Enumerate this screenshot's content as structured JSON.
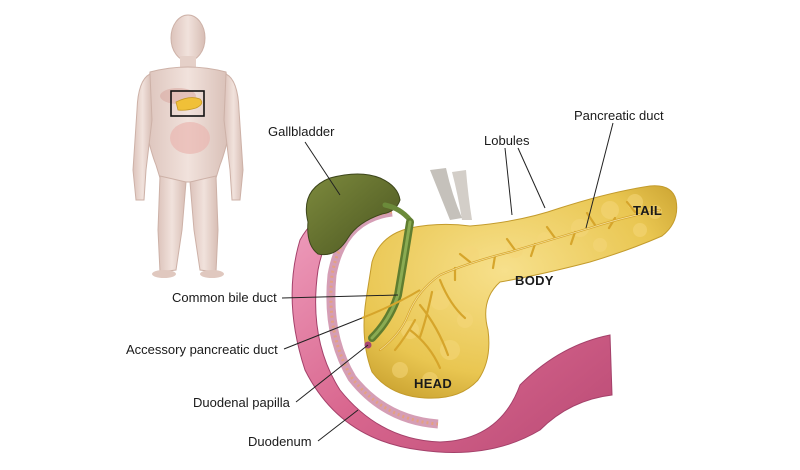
{
  "labels": {
    "gallbladder": "Gallbladder",
    "lobules": "Lobules",
    "pancreatic_duct": "Pancreatic duct",
    "common_bile_duct": "Common bile duct",
    "accessory_pancreatic_duct": "Accessory pancreatic duct",
    "duodenal_papilla": "Duodenal papilla",
    "duodenum": "Duodenum"
  },
  "regions": {
    "tail": "TAIL",
    "body": "BODY",
    "head": "HEAD"
  },
  "colors": {
    "pancreas": "#eccb5a",
    "pancreas_dark": "#c9a12f",
    "duodenum": "#d9678f",
    "duodenum_light": "#f2a8c3",
    "gallbladder": "#5f6d2c",
    "bile_duct": "#6b8a3a",
    "body_silhouette": "#e8d3cc"
  }
}
